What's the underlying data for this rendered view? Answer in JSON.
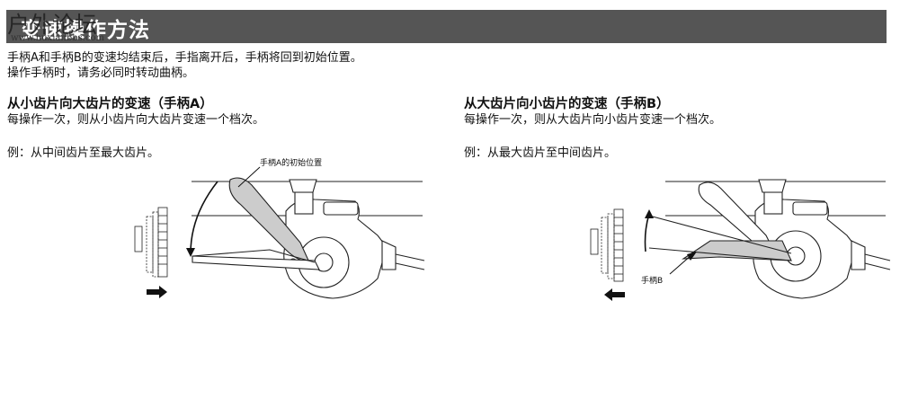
{
  "header": {
    "title": "变速操作方法",
    "watermark": "户外论坛",
    "watermark_url": "www.huxianbbs.com"
  },
  "intro": {
    "line1": "手柄A和手柄B的变速均结束后，手指离开后，手柄将回到初始位置。",
    "line2": "操作手柄时，请务必同时转动曲柄。"
  },
  "left_section": {
    "heading": "从小齿片向大齿片的变速（手柄A）",
    "description": "每操作一次，则从小齿片向大齿片变速一个档次。",
    "example": "例：从中间齿片至最大齿片。",
    "callout": "手柄A的初始位置"
  },
  "right_section": {
    "heading": "从大齿片向小齿片的变速（手柄B）",
    "description": "每操作一次，则从大齿片向小齿片变速一个档次。",
    "example": "例：从最大齿片至中间齿片。",
    "callout": "手柄B"
  },
  "colors": {
    "header_bg": "#555555",
    "header_text": "#ffffff",
    "lever_shade": "#cccccc"
  }
}
